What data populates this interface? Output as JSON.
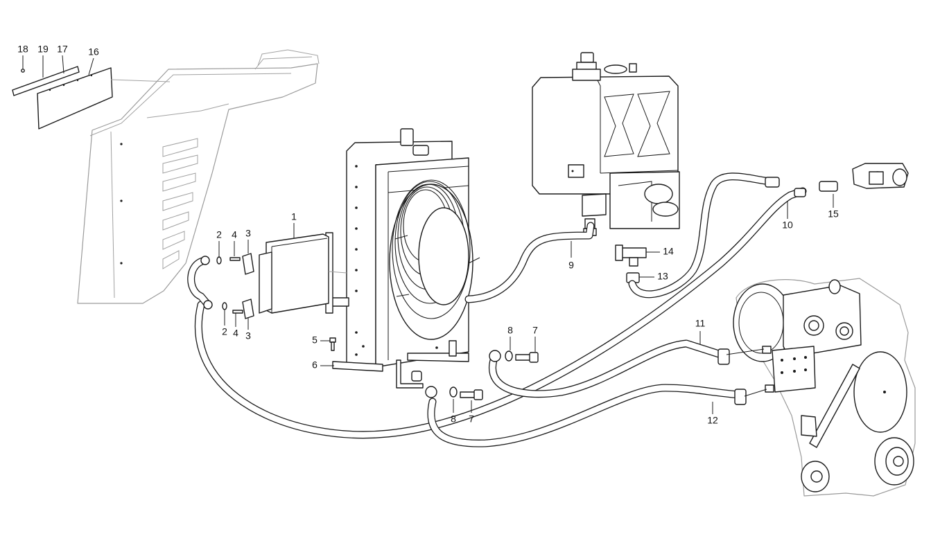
{
  "diagram": {
    "callouts": {
      "c1": "1",
      "c2a": "2",
      "c2b": "2",
      "c3a": "3",
      "c3b": "3",
      "c4a": "4",
      "c4b": "4",
      "c5": "5",
      "c6": "6",
      "c7a": "7",
      "c7b": "7",
      "c8a": "8",
      "c8b": "8",
      "c9": "9",
      "c10": "10",
      "c11": "11",
      "c12": "12",
      "c13": "13",
      "c14": "14",
      "c15": "15",
      "c16": "16",
      "c17": "17",
      "c18": "18",
      "c19": "19"
    }
  }
}
